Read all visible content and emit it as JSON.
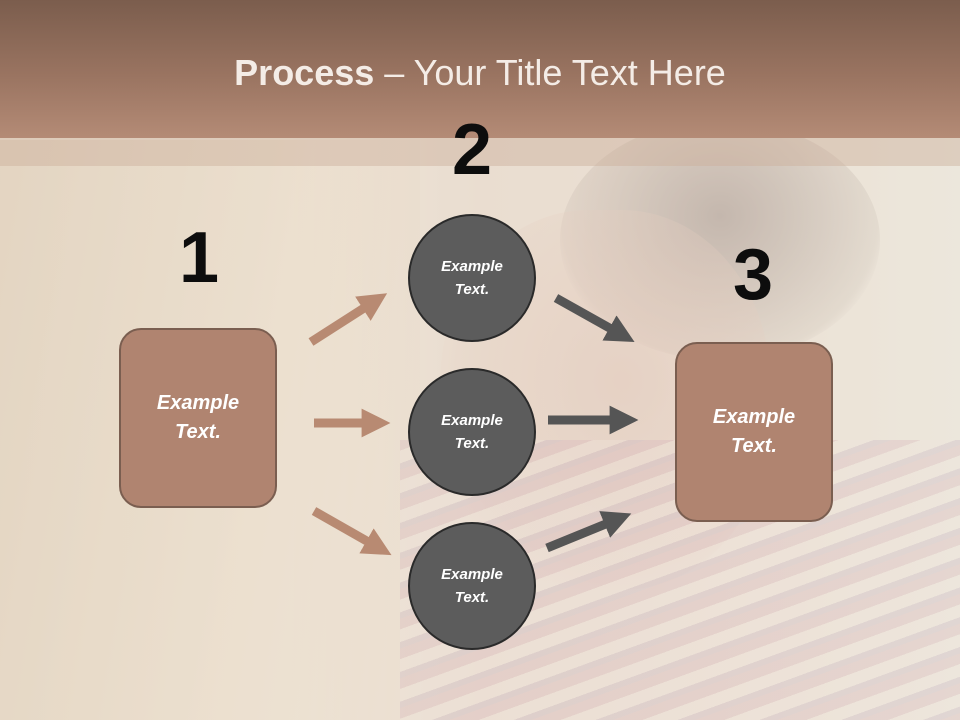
{
  "slide": {
    "title_bold": "Process",
    "title_rest": " – Your Title Text Here"
  },
  "steps": [
    {
      "number": "1",
      "box_text_line1": "Example",
      "box_text_line2": "Text."
    },
    {
      "number": "2",
      "circles": [
        {
          "line1": "Example",
          "line2": "Text."
        },
        {
          "line1": "Example",
          "line2": "Text."
        },
        {
          "line1": "Example",
          "line2": "Text."
        }
      ]
    },
    {
      "number": "3",
      "box_text_line1": "Example",
      "box_text_line2": "Text."
    }
  ],
  "colors": {
    "header": "#9a7461",
    "box_fill": "#b08470",
    "circle_fill": "#5c5c5c",
    "arrow_left": "#b88a72",
    "arrow_right": "#555555"
  }
}
